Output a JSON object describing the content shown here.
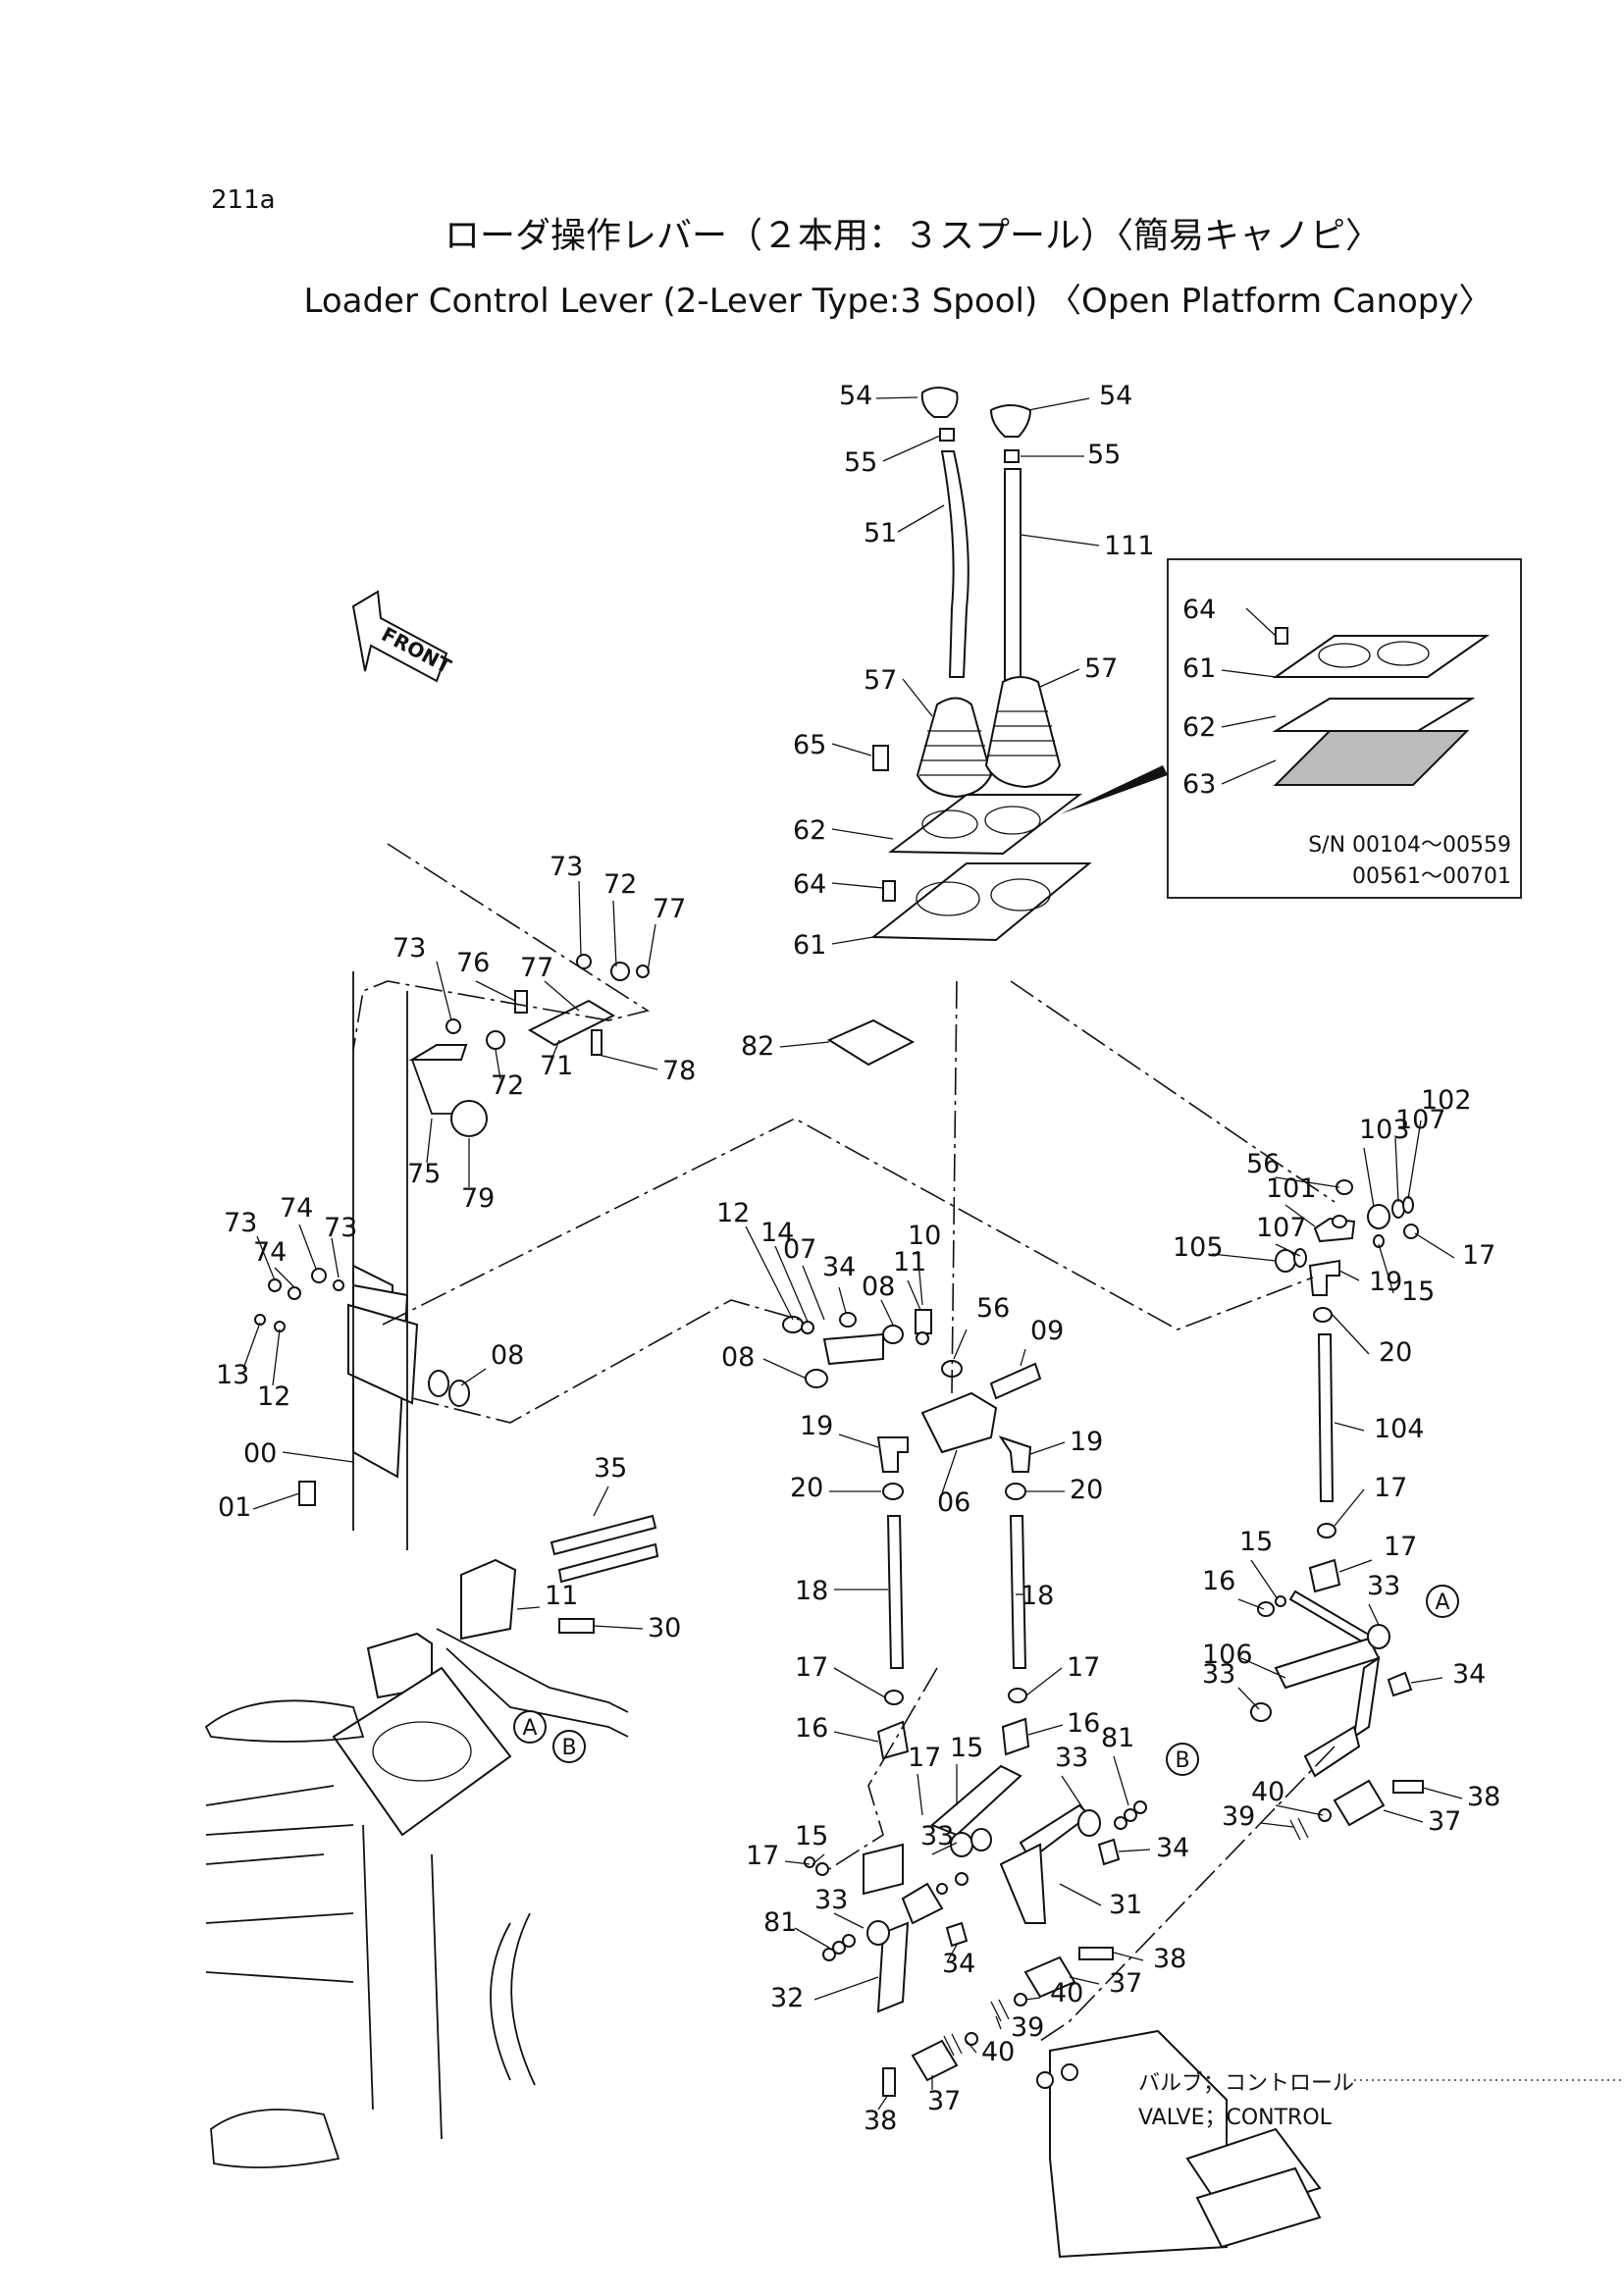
{
  "page_code": "211a",
  "title_jp": "ローダ操作レバー（２本用：３スプール）〈簡易キャノピ〉",
  "title_en": "Loader Control Lever (2-Lever Type:3 Spool) 〈Open Platform Canopy〉",
  "front_label": "FRONT",
  "inset": {
    "serial_line1": "S/N 00104～00559",
    "serial_line2": "00561～00701"
  },
  "valve_jp": "バルブ；コントロール",
  "valve_en": "VALVE；CONTROL",
  "connectors": {
    "a": "A",
    "b": "B"
  },
  "callouts": [
    "54",
    "54",
    "55",
    "55",
    "51",
    "111",
    "64",
    "61",
    "62",
    "63",
    "57",
    "57",
    "65",
    "62",
    "64",
    "61",
    "82",
    "73",
    "72",
    "77",
    "73",
    "76",
    "77",
    "78",
    "72",
    "71",
    "75",
    "79",
    "73",
    "74",
    "73",
    "74",
    "13",
    "12",
    "08",
    "00",
    "01",
    "35",
    "11",
    "30",
    "12",
    "14",
    "07",
    "34",
    "08",
    "10",
    "11",
    "56",
    "09",
    "08",
    "19",
    "19",
    "20",
    "20",
    "06",
    "18",
    "18",
    "17",
    "17",
    "16",
    "16",
    "17",
    "15",
    "33",
    "81",
    "34",
    "31",
    "15",
    "17",
    "33",
    "81",
    "33",
    "34",
    "32",
    "38",
    "37",
    "40",
    "39",
    "40",
    "38",
    "37",
    "102",
    "107",
    "103",
    "56",
    "101",
    "107",
    "105",
    "17",
    "19",
    "15",
    "20",
    "104",
    "17",
    "15",
    "16",
    "17",
    "33",
    "106",
    "33",
    "34",
    "40",
    "39",
    "38",
    "37"
  ]
}
